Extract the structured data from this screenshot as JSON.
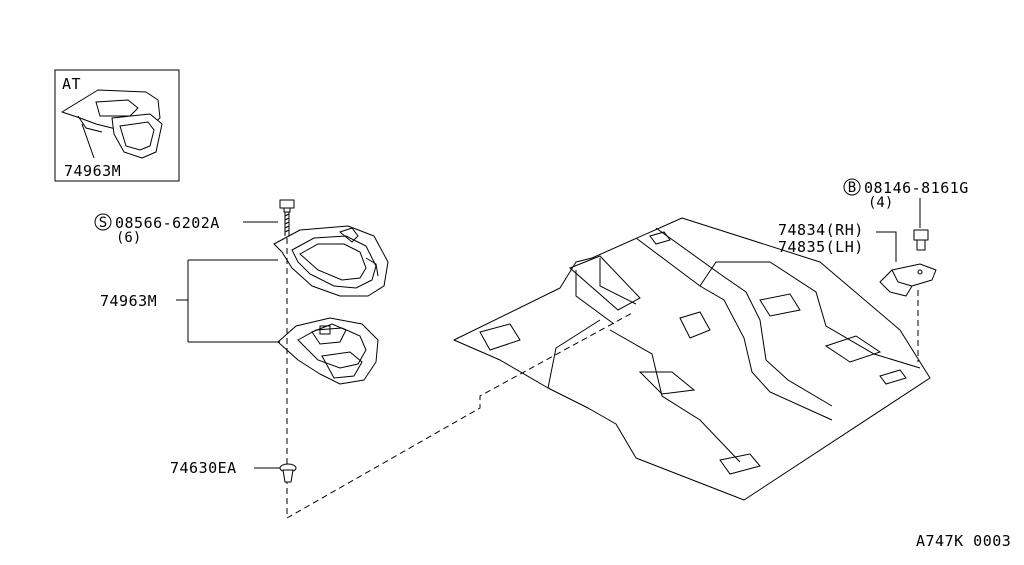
{
  "inset": {
    "title": "AT",
    "part_label": "74963M"
  },
  "callouts": {
    "screw": {
      "symbol": "S",
      "part": "08566-6202A",
      "qty": "(6)"
    },
    "bolt": {
      "symbol": "B",
      "part": "08146-8161G",
      "qty": "(4)"
    },
    "bracket_rh": "74834(RH)",
    "bracket_lh": "74835(LH)",
    "insulator": "74963M",
    "clip": "74630EA"
  },
  "diagram_code": "A747K 0003"
}
